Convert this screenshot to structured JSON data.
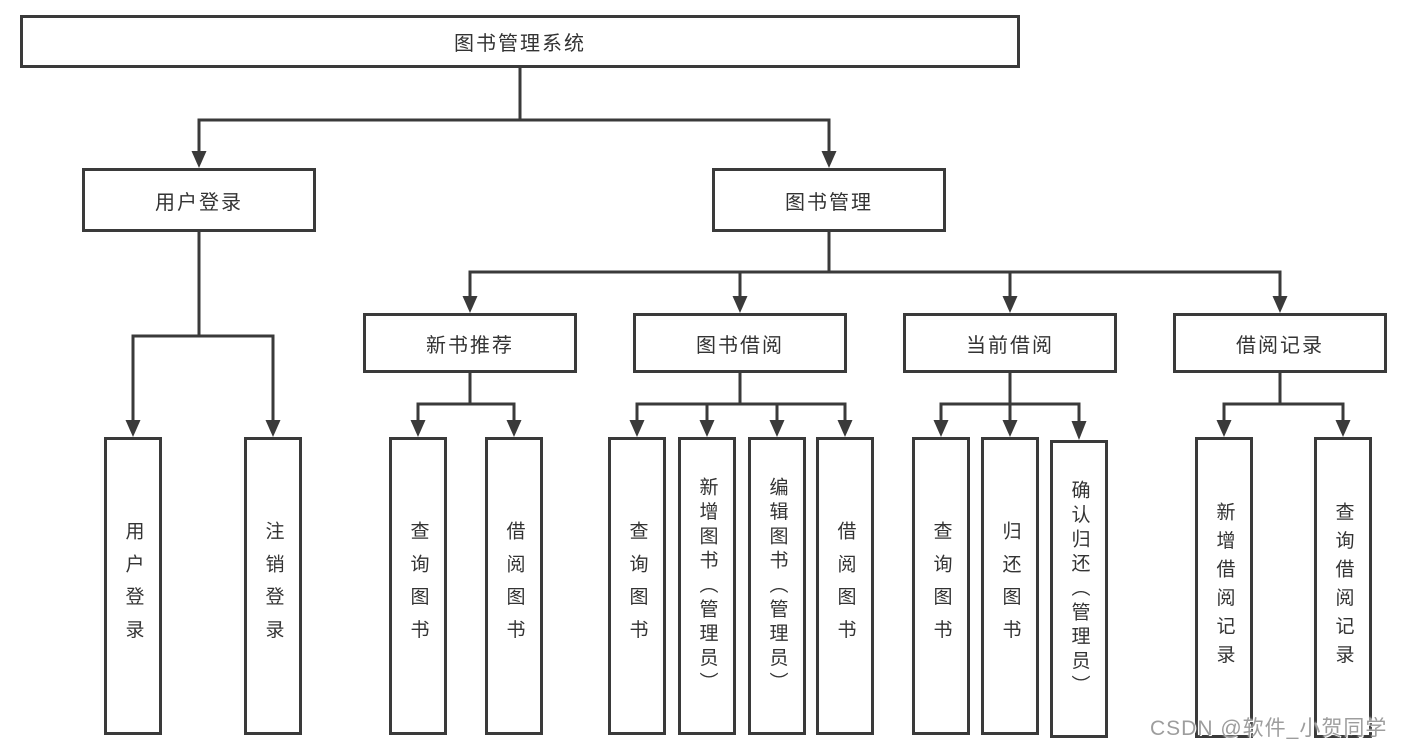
{
  "colors": {
    "line": "#3a3a3a",
    "text": "#333333",
    "background": "#ffffff",
    "watermark": "#9d9d9d"
  },
  "watermark": {
    "text": "CSDN @软件_小贺同学"
  },
  "tree": {
    "root": {
      "label": "图书管理系统"
    },
    "branches": [
      {
        "label": "用户登录",
        "children": [
          {
            "label": "用户登录"
          },
          {
            "label": "注销登录"
          }
        ]
      },
      {
        "label": "图书管理",
        "children": [
          {
            "label": "新书推荐",
            "children": [
              {
                "label": "查询图书"
              },
              {
                "label": "借阅图书"
              }
            ]
          },
          {
            "label": "图书借阅",
            "children": [
              {
                "label": "查询图书"
              },
              {
                "label": "新增图书（管理员）"
              },
              {
                "label": "编辑图书（管理员）"
              },
              {
                "label": "借阅图书"
              }
            ]
          },
          {
            "label": "当前借阅",
            "children": [
              {
                "label": "查询图书"
              },
              {
                "label": "归还图书"
              },
              {
                "label": "确认归还（管理员）"
              }
            ]
          },
          {
            "label": "借阅记录",
            "children": [
              {
                "label": "新增借阅记录"
              },
              {
                "label": "查询借阅记录"
              }
            ]
          }
        ]
      }
    ]
  }
}
